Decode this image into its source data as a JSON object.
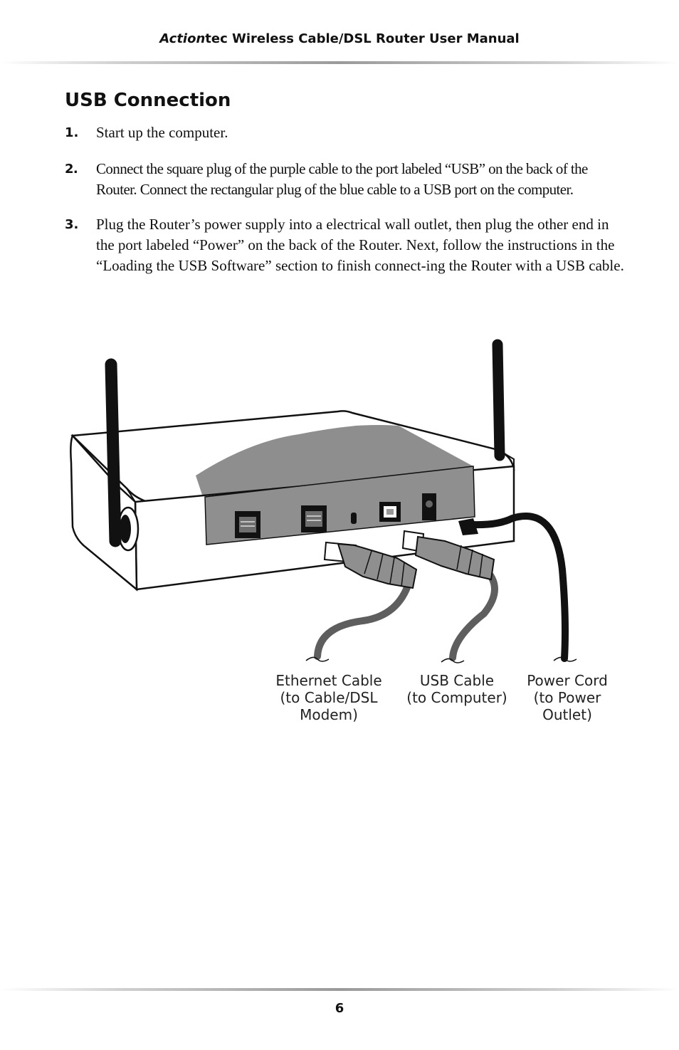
{
  "header": {
    "brand_italic": "Action",
    "title_rest": "tec Wireless Cable/DSL Router User Manual"
  },
  "section_title": "USB Connection",
  "steps": [
    {
      "number": "1.",
      "text": "Start up the computer."
    },
    {
      "number": "2.",
      "text": "Connect the square plug of the purple cable to the port labeled “USB” on the back of the Router. Connect the rectangular plug of the blue cable to a USB port on the computer."
    },
    {
      "number": "3.",
      "text": "Plug the Router’s power supply into a electrical wall outlet, then plug the other end in the port labeled “Power” on the back of the Router. Next, follow the instructions in the “Loading the USB Software” section to finish connect-ing the Router with a USB cable."
    }
  ],
  "figure": {
    "labels": {
      "ethernet": [
        "Ethernet Cable",
        "(to Cable/DSL",
        "Modem)"
      ],
      "usb": [
        "USB Cable",
        "(to Computer)"
      ],
      "power": [
        "Power Cord",
        "(to Power",
        "Outlet)"
      ]
    }
  },
  "page_number": "6"
}
